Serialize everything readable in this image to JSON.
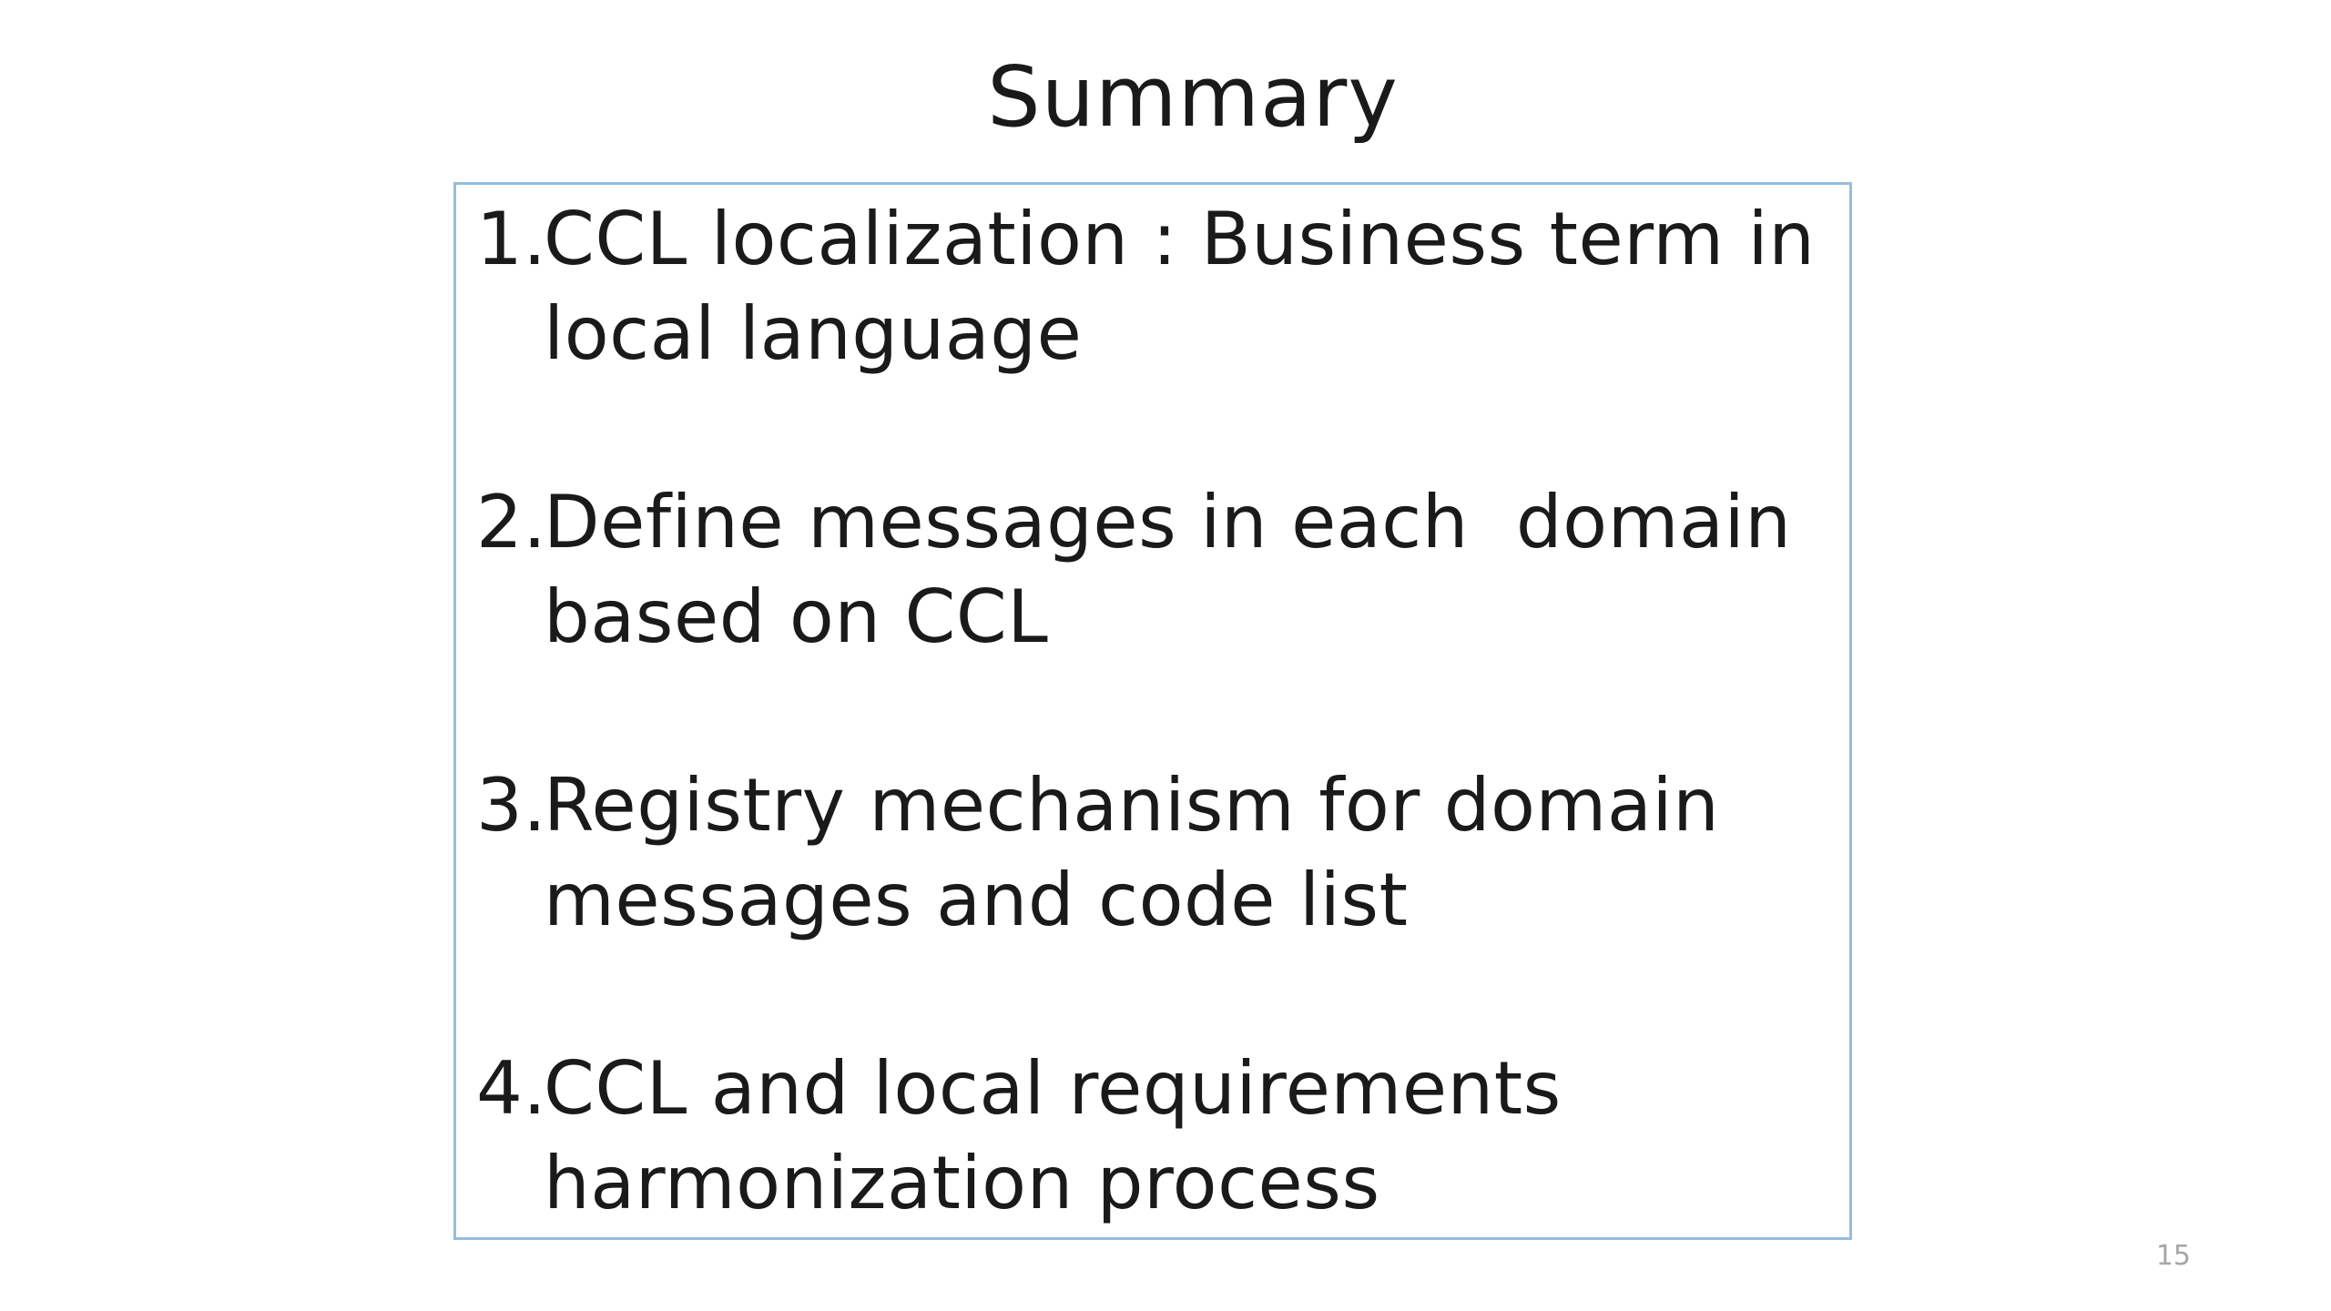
{
  "slide": {
    "title": "Summary",
    "items": [
      {
        "number": "1.",
        "text": "CCL localization : Business term in local language"
      },
      {
        "number": "2.",
        "text": "Define messages in each  domain based on CCL"
      },
      {
        "number": "3.",
        "text": "Registry mechanism for domain messages and code list"
      },
      {
        "number": "4.",
        "text": "CCL and local requirements harmonization process"
      }
    ],
    "page_number": "15"
  },
  "colors": {
    "box_border": "#94bedf",
    "text": "#1a1a1a",
    "page_number": "#a6a6a6",
    "background": "#ffffff"
  }
}
